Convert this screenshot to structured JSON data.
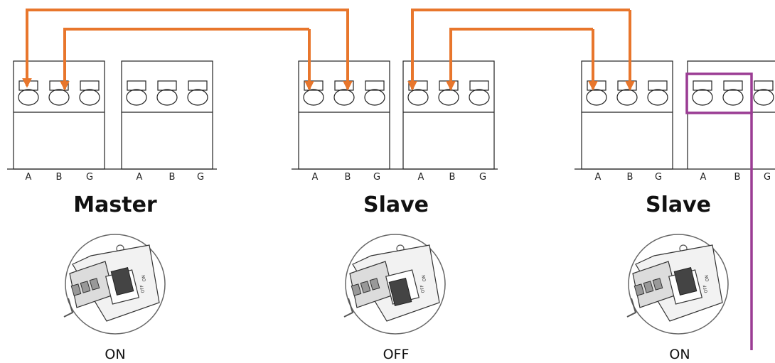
{
  "pin_labels": [
    "A",
    "B",
    "G"
  ],
  "devices": [
    {
      "role": "Master",
      "switch_state": "ON",
      "dial_text": [
        "OFF",
        "ON"
      ]
    },
    {
      "role": "Slave",
      "switch_state": "OFF",
      "dial_text": [
        "OFF",
        "ON"
      ]
    },
    {
      "role": "Slave",
      "switch_state": "ON",
      "dial_text": [
        "OFF",
        "ON"
      ]
    }
  ],
  "colors": {
    "wire": "#E8762C",
    "highlight": "#9B3C94",
    "outline": "#222222"
  }
}
